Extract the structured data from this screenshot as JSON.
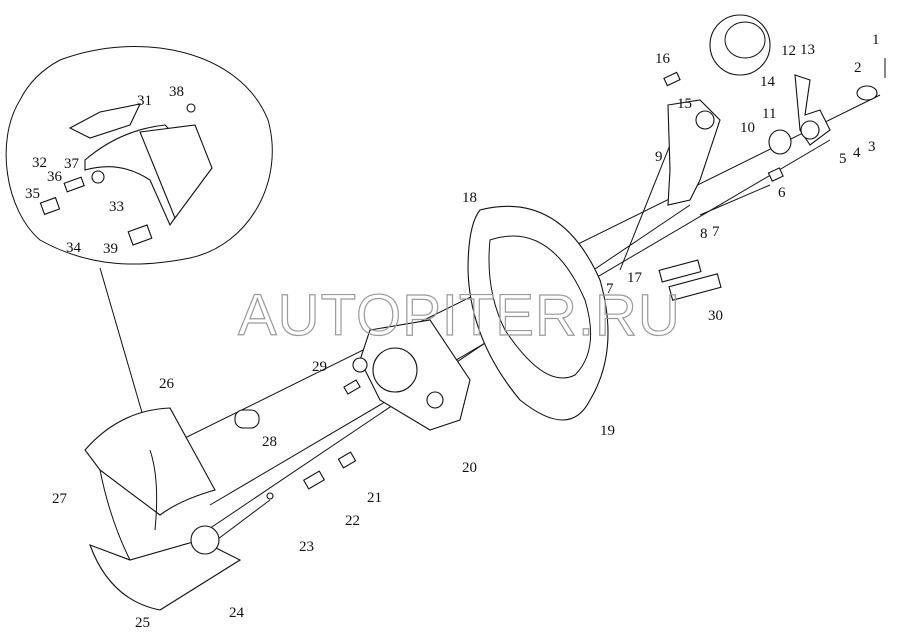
{
  "diagram": {
    "title": "Brake assembly exploded view",
    "watermark": "AUTOPITER.RU",
    "callouts": [
      "1",
      "2",
      "3",
      "4",
      "5",
      "6",
      "7",
      "8",
      "9",
      "10",
      "11",
      "12",
      "13",
      "14",
      "15",
      "16",
      "7",
      "17",
      "18",
      "19",
      "20",
      "21",
      "22",
      "23",
      "24",
      "25",
      "26",
      "27",
      "28",
      "29",
      "30",
      "31",
      "32",
      "33",
      "34",
      "35",
      "36",
      "37",
      "38",
      "39"
    ]
  }
}
